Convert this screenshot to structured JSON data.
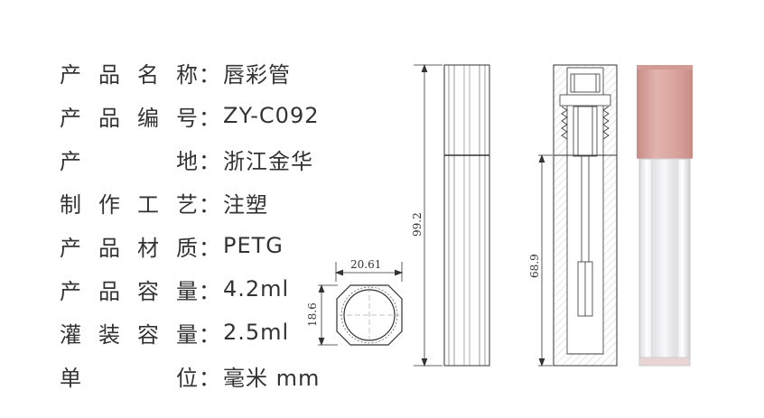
{
  "specs": [
    {
      "label": "产品名称",
      "sep": "：",
      "value": "唇彩管"
    },
    {
      "label": "产品编号",
      "sep": "：",
      "value": "ZY-C092"
    },
    {
      "label": "产  地",
      "sep": "：",
      "value": "浙江金华"
    },
    {
      "label": "制作工艺",
      "sep": "：",
      "value": "注塑"
    },
    {
      "label": "产品材质",
      "sep": "：",
      "value": "PETG"
    },
    {
      "label": "产品容量",
      "sep": "：",
      "value": "4.2ml"
    },
    {
      "label": "灌装容量",
      "sep": "：",
      "value": "2.5ml"
    },
    {
      "label": "单  位",
      "sep": "：",
      "value": "毫米 mm"
    }
  ],
  "dimensions": {
    "height_total": "99.2",
    "height_inner": "68.9",
    "top_width": "20.61",
    "top_depth": "18.6"
  },
  "colors": {
    "cap": "#d9a39d",
    "cap_dark": "#c98c86",
    "line": "#333333",
    "hatch": "#bbbbbb"
  }
}
